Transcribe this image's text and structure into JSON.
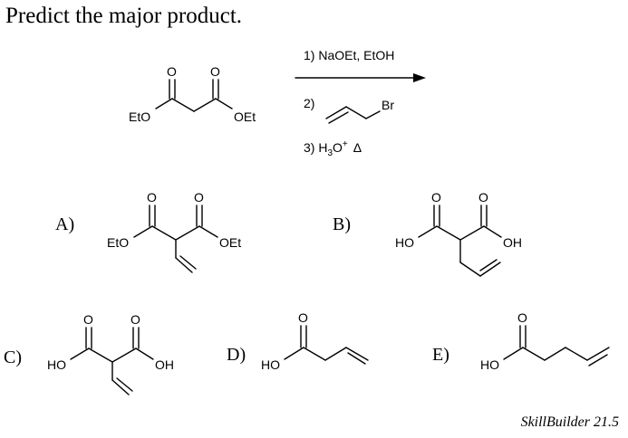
{
  "question": "Predict the major product.",
  "reagents": {
    "step1": "1) NaOEt, EtOH",
    "step2": "2)",
    "step2_halide": "Br",
    "step3_prefix": "3) H",
    "step3_sub": "3",
    "step3_o": "O",
    "step3_sup": "+",
    "step3_heat": "Δ"
  },
  "atoms": {
    "O": "O",
    "EtO": "EtO",
    "OEt": "OEt",
    "HO": "HO",
    "OH": "OH"
  },
  "options": {
    "A": "A)",
    "B": "B)",
    "C": "C)",
    "D": "D)",
    "E": "E)"
  },
  "credit": "SkillBuilder 21.5"
}
